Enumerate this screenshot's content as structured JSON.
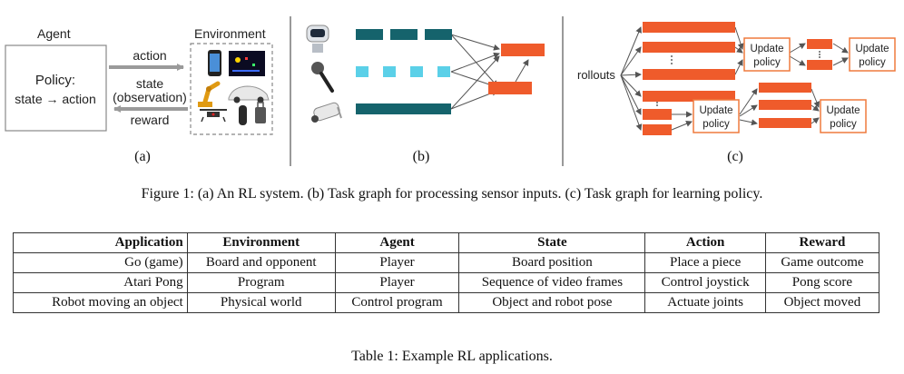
{
  "figure": {
    "panel_a": {
      "agent_label": "Agent",
      "policy_line1": "Policy:",
      "policy_line2": "state → action",
      "environment_label": "Environment",
      "action_label": "action",
      "state_line1": "state",
      "state_line2": "(observation)",
      "reward_label": "reward",
      "caption": "(a)"
    },
    "panel_b": {
      "caption": "(b)"
    },
    "panel_c": {
      "rollouts_label": "rollouts",
      "update_line1": "Update",
      "update_line2": "policy",
      "caption": "(c)"
    },
    "caption": "Figure 1: (a) An RL system. (b) Task graph for processing sensor inputs. (c) Task graph for learning policy.",
    "colors": {
      "teal": "#15636c",
      "cyan": "#5bd0e8",
      "orange": "#ef5b2b",
      "gray_arrow": "#9a9a9a"
    }
  },
  "table": {
    "headers": [
      "Application",
      "Environment",
      "Agent",
      "State",
      "Action",
      "Reward"
    ],
    "rows": [
      [
        "Go (game)",
        "Board and opponent",
        "Player",
        "Board position",
        "Place a piece",
        "Game outcome"
      ],
      [
        "Atari Pong",
        "Program",
        "Player",
        "Sequence of video frames",
        "Control joystick",
        "Pong score"
      ],
      [
        "Robot moving an object",
        "Physical world",
        "Control program",
        "Object and robot pose",
        "Actuate joints",
        "Object moved"
      ]
    ],
    "caption": "Table 1: Example RL applications."
  }
}
